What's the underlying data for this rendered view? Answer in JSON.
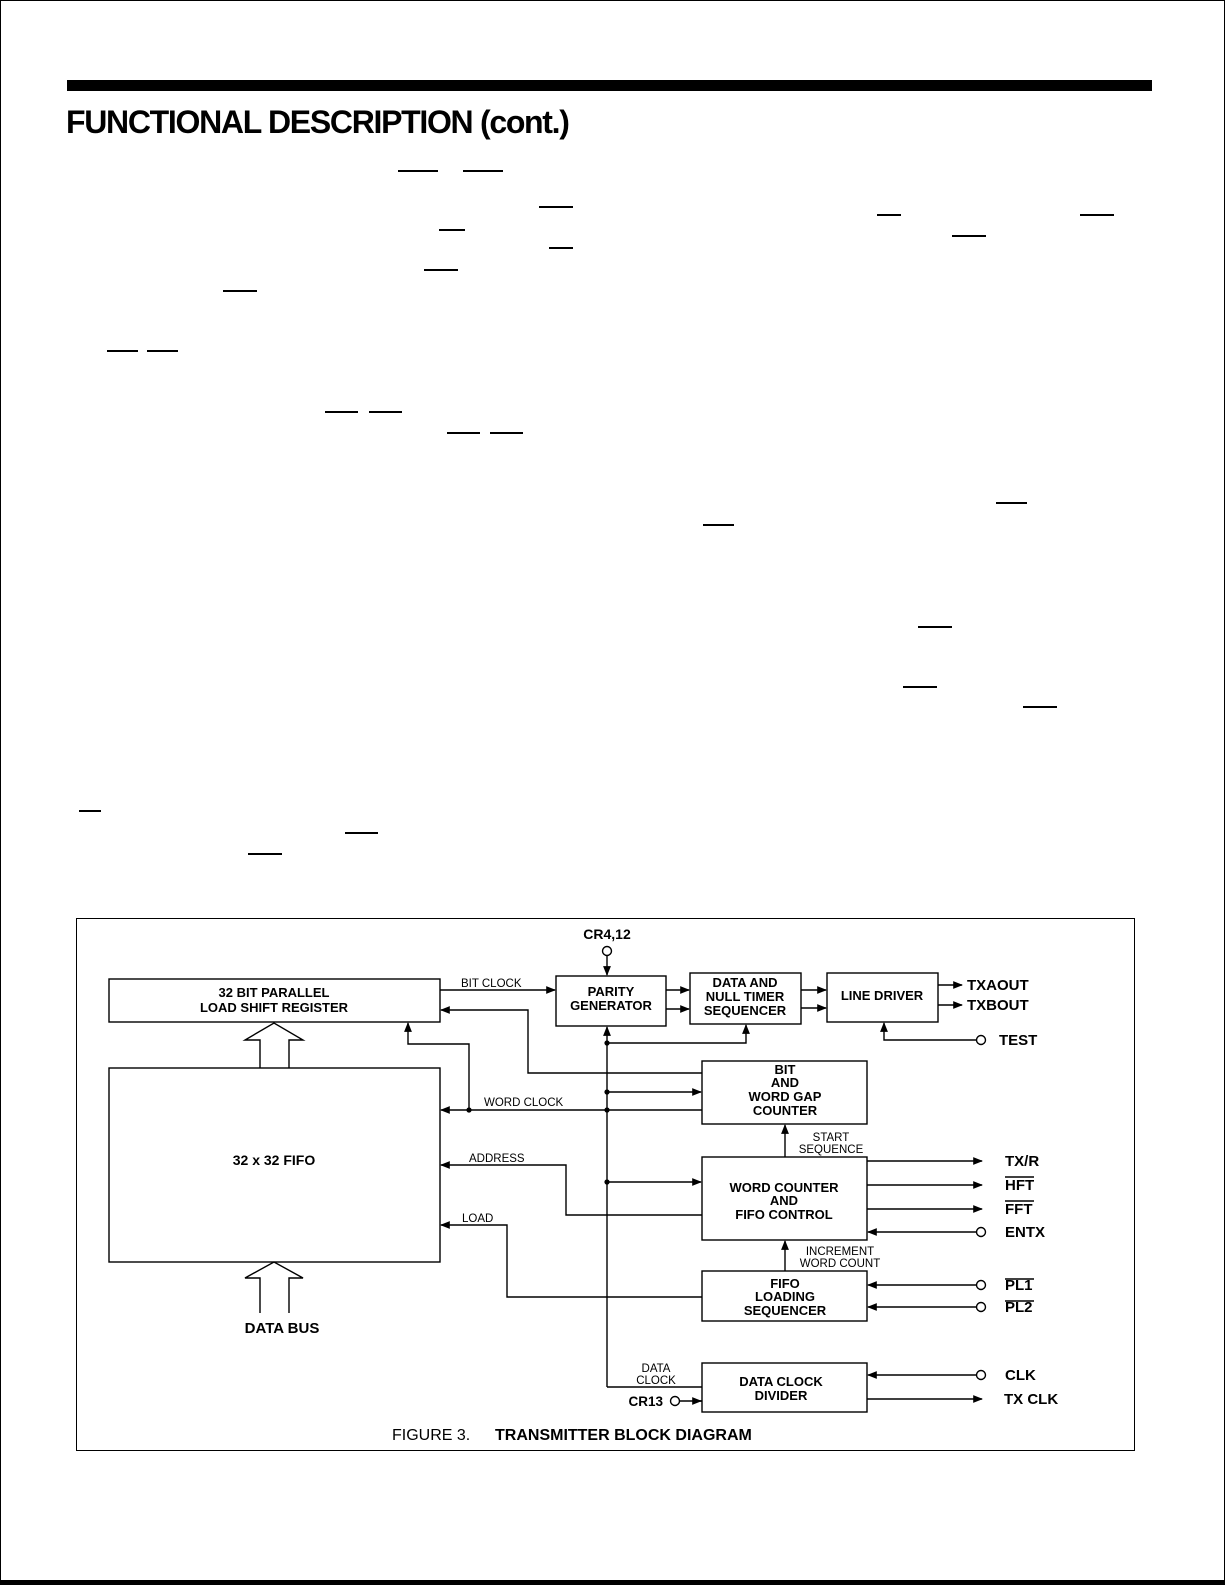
{
  "page": {
    "title": "FUNCTIONAL DESCRIPTION (cont.)"
  },
  "figure": {
    "caption_number": "FIGURE 3.",
    "caption_title": "TRANSMITTER BLOCK DIAGRAM"
  },
  "blocks": {
    "shift_register": [
      "32  BIT  PARALLEL",
      "LOAD  SHIFT  REGISTER"
    ],
    "fifo": [
      "32 x 32  FIFO"
    ],
    "parity_generator": [
      "PARITY",
      "GENERATOR"
    ],
    "data_null_timer": [
      "DATA AND",
      "NULL TIMER",
      "SEQUENCER"
    ],
    "line_driver": [
      "LINE DRIVER"
    ],
    "bit_word_gap_counter": [
      "BIT",
      "AND",
      "WORD GAP",
      "COUNTER"
    ],
    "word_counter_fifo_control": [
      "WORD  COUNTER",
      "AND",
      "FIFO  CONTROL"
    ],
    "fifo_loading_sequencer": [
      "FIFO",
      "LOADING",
      "SEQUENCER"
    ],
    "data_clock_divider": [
      "DATA  CLOCK",
      "DIVIDER"
    ]
  },
  "signals": {
    "bit_clock": "BIT  CLOCK",
    "word_clock": "WORD   CLOCK",
    "address": "ADDRESS",
    "load": "LOAD",
    "start_sequence": [
      "START",
      "SEQUENCE"
    ],
    "increment_word_count": [
      "INCREMENT",
      "WORD COUNT"
    ],
    "data_clock": [
      "DATA",
      "CLOCK"
    ],
    "data_bus": "DATA  BUS"
  },
  "pins": {
    "cr4_12": "CR4,12",
    "cr13": "CR13",
    "txaout": "TXAOUT",
    "txbout": "TXBOUT",
    "test": "TEST",
    "txr": "TX/R",
    "hft": "HFT",
    "fft": "FFT",
    "entx": "ENTX",
    "pl1": "PL1",
    "pl2": "PL2",
    "clk": "CLK",
    "txclk": "TX CLK"
  }
}
